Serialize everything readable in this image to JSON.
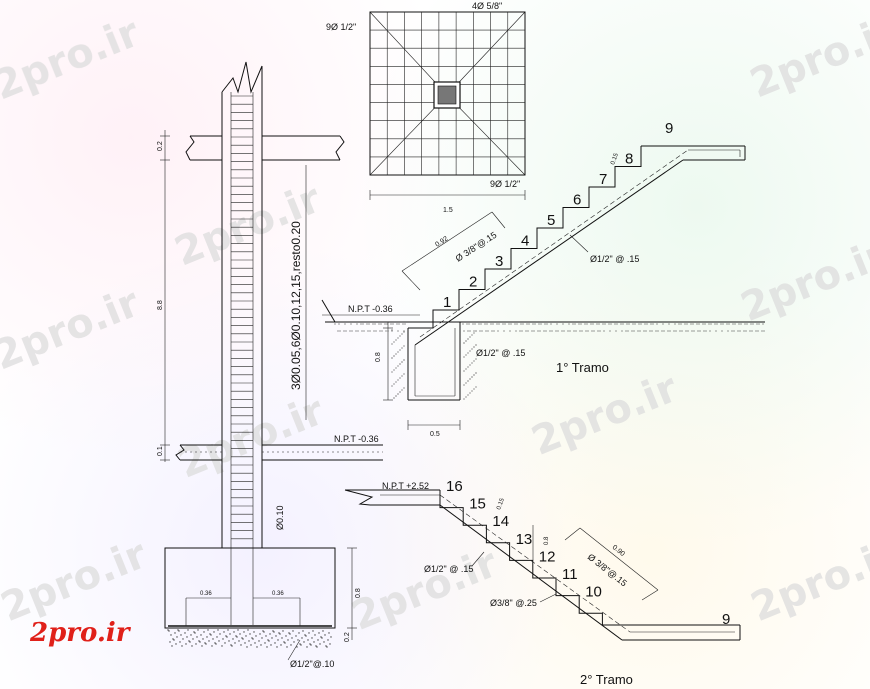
{
  "watermark_text": "2pro.ir",
  "logo_text": "2pro.ir",
  "colors": {
    "logo": "#e0201a",
    "line": "#111111",
    "watermark": "#d9d9d9"
  },
  "plan": {
    "top_label": "4Ø 5/8\"",
    "left_label": "9Ø 1/2\"",
    "bottom_label": "9Ø 1/2\"",
    "width_dim": "1.5"
  },
  "column": {
    "stirrups": "3Ø0.05,6Ø0.10,12,15,resto0.20",
    "height_dim": "8.8",
    "top_dim": "0.2",
    "slab_dim": "0.1",
    "npt": "N.P.T -0.36",
    "bar_label": "Ø0.10",
    "foot_dim_left": "0.36",
    "foot_dim_right": "0.36",
    "foot_height": "0.8",
    "base_dim": "0.2",
    "bottom_bars": "Ø1/2\"@.10"
  },
  "tramo1": {
    "caption": "1° Tramo",
    "npt": "N.P.T -0.36",
    "steps": [
      "1",
      "2",
      "3",
      "4",
      "5",
      "6",
      "7",
      "8",
      "9"
    ],
    "bar_top": "Ø 3/8\"@.15",
    "bar_bottom": "Ø1/2\" @ .15",
    "bar_footing": "Ø1/2\" @ .15",
    "length_dim": "0.92",
    "riser_dim": "0.15",
    "foot_height": "0.8",
    "foot_width": "0.5"
  },
  "tramo2": {
    "caption": "2° Tramo",
    "npt": "N.P.T +2.52",
    "steps": [
      "16",
      "15",
      "14",
      "13",
      "12",
      "11",
      "10",
      "9"
    ],
    "bar_top": "Ø 3/8\"@.15",
    "bar_bottom": "Ø1/2\" @ .15",
    "bar_bottom2": "Ø3/8\" @.25",
    "length_dim": "0.90",
    "riser_dim": "0.15",
    "landing_dim": "0.8"
  }
}
